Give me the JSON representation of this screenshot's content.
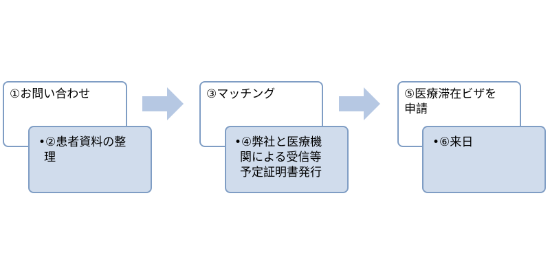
{
  "colors": {
    "border": "#7f9dc4",
    "top_fill": "#ffffff",
    "bottom_fill": "#d0dcec",
    "arrow": "#b6c8e3"
  },
  "steps": [
    {
      "top_text": "①お問い合わせ",
      "bottom_lines": [
        "•②患者資料の整",
        "理"
      ]
    },
    {
      "top_text": "③マッチング",
      "bottom_lines": [
        "•④弊社と医療機",
        "関による受信等",
        "予定証明書発行"
      ]
    },
    {
      "top_lines": [
        "⑤医療滞在ビザを",
        "申請"
      ],
      "bottom_lines": [
        "•⑥来日"
      ]
    }
  ],
  "arrows": [
    {
      "icon": "right-arrow-icon"
    },
    {
      "icon": "right-arrow-icon"
    }
  ]
}
